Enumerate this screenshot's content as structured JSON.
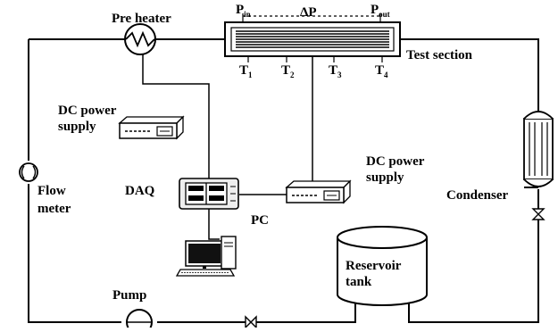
{
  "labels": {
    "pre_heater": "Pre heater",
    "p_in_main": "P",
    "p_in_sub": "in",
    "delta_p": "ΔP",
    "p_out_main": "P",
    "p_out_sub": "out",
    "t1_main": "T",
    "t1_sub": "1",
    "t2_main": "T",
    "t2_sub": "2",
    "t3_main": "T",
    "t3_sub": "3",
    "t4_main": "T",
    "t4_sub": "4",
    "test_section": "Test section",
    "dc_power_1_line1": "DC power",
    "dc_power_1_line2": "supply",
    "dc_power_2_line1": "DC power",
    "dc_power_2_line2": "supply",
    "flow_line1": "Flow",
    "flow_line2": "meter",
    "daq": "DAQ",
    "pc": "PC",
    "condenser": "Condenser",
    "reservoir_line1": "Reservoir",
    "reservoir_line2": "tank",
    "pump": "Pump"
  },
  "colors": {
    "line": "#000000",
    "panel": "#eeeeee",
    "screen": "#111111"
  }
}
